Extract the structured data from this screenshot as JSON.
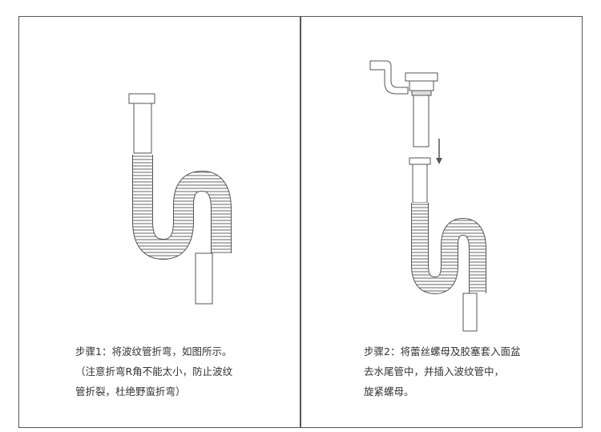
{
  "steps": [
    {
      "lines": [
        "步骤1：将波纹管折弯，如图所示。",
        "（注意折弯R角不能太小，防止波纹",
        "管折裂，杜绝野蛮折弯）"
      ]
    },
    {
      "lines": [
        "步骤2：将蕾丝螺母及胶塞套入面盆",
        "去水尾管中，并插入波纹管中，",
        "旋紧螺母。"
      ]
    }
  ],
  "colors": {
    "line": "#555555",
    "border": "#555555",
    "text": "#333333"
  }
}
